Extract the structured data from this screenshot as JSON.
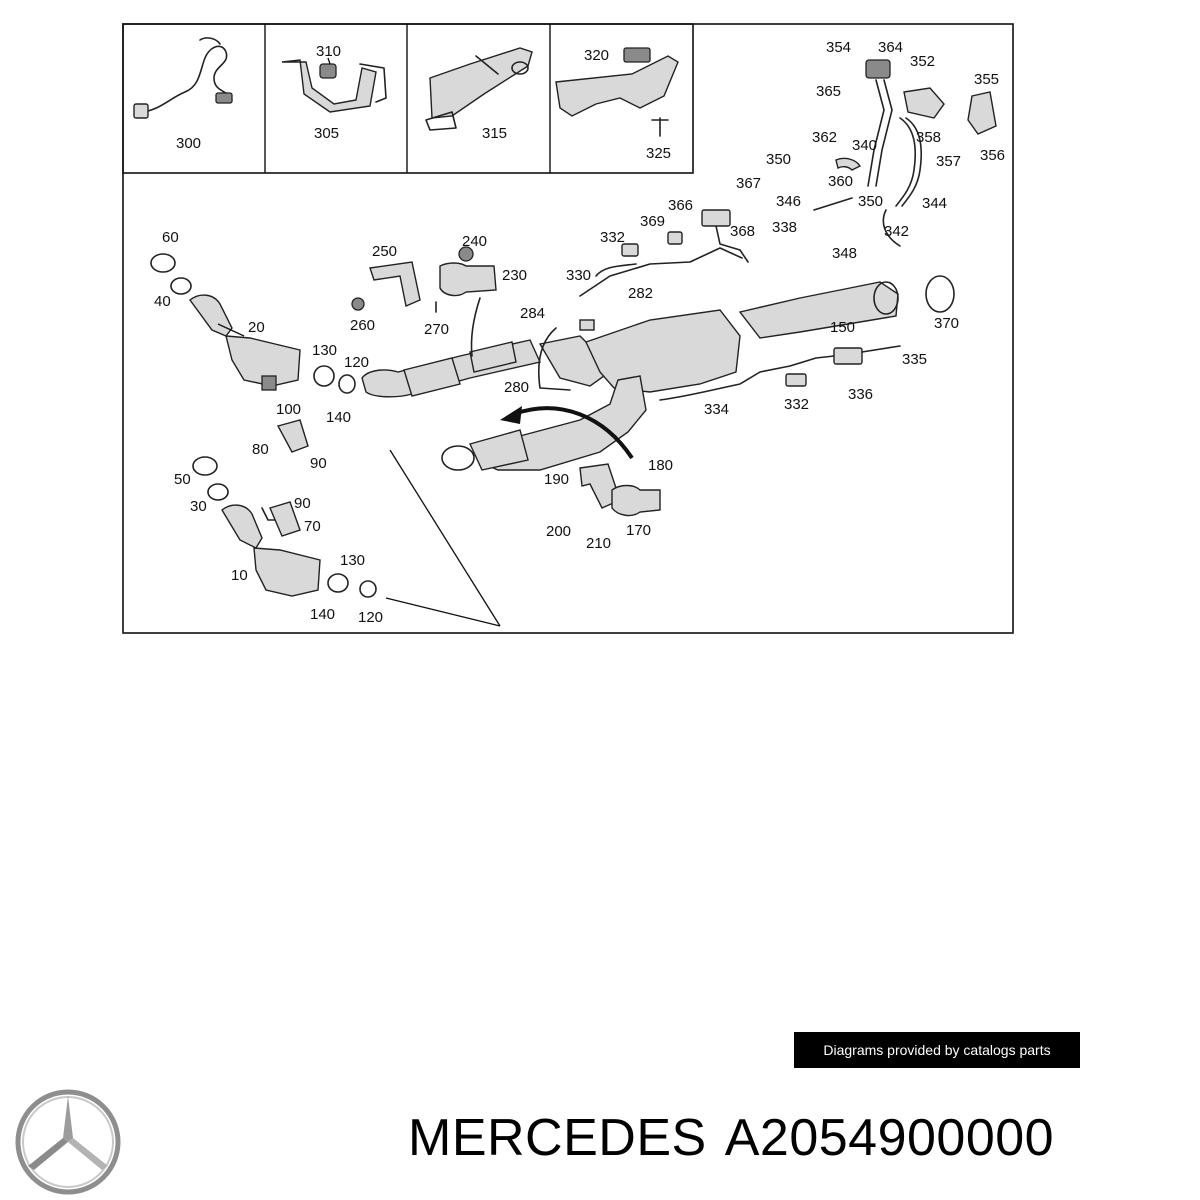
{
  "diagram": {
    "top_panels": [
      {
        "id": "300",
        "label": "300"
      },
      {
        "id": "305",
        "label": "305"
      },
      {
        "id": "310",
        "label": "310"
      },
      {
        "id": "315",
        "label": "315"
      },
      {
        "id": "320",
        "label": "320"
      },
      {
        "id": "325",
        "label": "325"
      }
    ],
    "callouts": [
      {
        "label": "354"
      },
      {
        "label": "364"
      },
      {
        "label": "352"
      },
      {
        "label": "355"
      },
      {
        "label": "365"
      },
      {
        "label": "358"
      },
      {
        "label": "356"
      },
      {
        "label": "362"
      },
      {
        "label": "340"
      },
      {
        "label": "357"
      },
      {
        "label": "350"
      },
      {
        "label": "360"
      },
      {
        "label": "367"
      },
      {
        "label": "346"
      },
      {
        "label": "350"
      },
      {
        "label": "344"
      },
      {
        "label": "366"
      },
      {
        "label": "338"
      },
      {
        "label": "342"
      },
      {
        "label": "332"
      },
      {
        "label": "369"
      },
      {
        "label": "368"
      },
      {
        "label": "348"
      },
      {
        "label": "60"
      },
      {
        "label": "250"
      },
      {
        "label": "240"
      },
      {
        "label": "230"
      },
      {
        "label": "330"
      },
      {
        "label": "40"
      },
      {
        "label": "282"
      },
      {
        "label": "370"
      },
      {
        "label": "284"
      },
      {
        "label": "260"
      },
      {
        "label": "270"
      },
      {
        "label": "20"
      },
      {
        "label": "150"
      },
      {
        "label": "130"
      },
      {
        "label": "120"
      },
      {
        "label": "335"
      },
      {
        "label": "280"
      },
      {
        "label": "332"
      },
      {
        "label": "336"
      },
      {
        "label": "100"
      },
      {
        "label": "140"
      },
      {
        "label": "334"
      },
      {
        "label": "80"
      },
      {
        "label": "90"
      },
      {
        "label": "180"
      },
      {
        "label": "50"
      },
      {
        "label": "190"
      },
      {
        "label": "30"
      },
      {
        "label": "90"
      },
      {
        "label": "70"
      },
      {
        "label": "200"
      },
      {
        "label": "210"
      },
      {
        "label": "170"
      },
      {
        "label": "130"
      },
      {
        "label": "10"
      },
      {
        "label": "140"
      },
      {
        "label": "120"
      }
    ]
  },
  "footer": {
    "credit": "Diagrams provided by catalogs parts",
    "brand": "MERCEDES",
    "part_number": "A2054900000",
    "logo_icon": "mercedes-star-icon"
  },
  "colors": {
    "badge_bg": "#000000",
    "badge_text": "#ffffff",
    "line": "#222222"
  }
}
